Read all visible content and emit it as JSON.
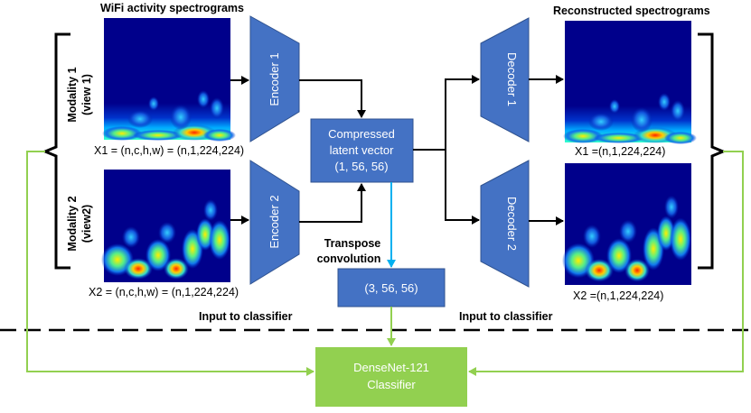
{
  "headings": {
    "input_spectrograms": "WiFi activity spectrograms",
    "reconstructed": "Reconstructed spectrograms"
  },
  "modalities": [
    {
      "line1": "Modality 1",
      "line2": "(view 1)"
    },
    {
      "line1": "Modality 2",
      "line2": "(view2)"
    }
  ],
  "shapes": {
    "x1_input": "X1 = (n,c,h,w) = (n,1,224,224)",
    "x2_input": "X2 = (n,c,h,w) = (n,1,224,224)",
    "x1_output": "X1 =(n,1,224,224)",
    "x2_output": "X2 =(n,1,224,224)"
  },
  "encoders": [
    "Encoder 1",
    "Encoder 2"
  ],
  "decoders": [
    "Decoder 1",
    "Decoder 2"
  ],
  "latent": {
    "line1": "Compressed",
    "line2": "latent vector",
    "line3": "(1, 56, 56)"
  },
  "transpose": {
    "line1": "Transpose",
    "line2": "convolution"
  },
  "transposed_shape": "(3, 56, 56)",
  "classifier_input_left": "Input to classifier",
  "classifier_input_right": "Input to classifier",
  "classifier": {
    "line1": "DenseNet-121",
    "line2": "Classifier"
  },
  "colors": {
    "block_blue": "#4472c4",
    "block_border": "#2f528f",
    "classifier_green": "#92d050",
    "arrow_cyan": "#00b0f0",
    "arrow_green": "#92d050",
    "arrow_black": "#000000",
    "spectrogram_bg": "#00008b"
  }
}
